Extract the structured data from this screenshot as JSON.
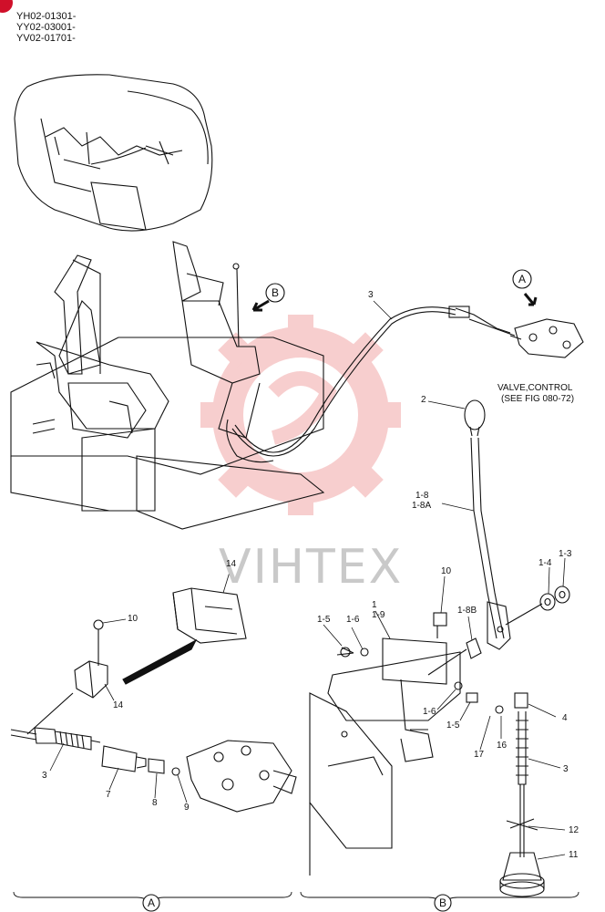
{
  "header": {
    "serials": [
      "YH02-01301-",
      "YY02-03001-",
      "YV02-01701-"
    ]
  },
  "callouts": {
    "A": "A",
    "B": "B"
  },
  "note": {
    "line1": "VALVE,CONTROL",
    "line2": "(SEE FIG 080-72)"
  },
  "watermark": "VIHTEX",
  "labels": {
    "p3_top": "3",
    "p2": "2",
    "p1_8": "1-8",
    "p1_8A": "1-8A",
    "p1_4": "1-4",
    "p1_3": "1-3",
    "p14_top": "14",
    "p10_left": "10",
    "p14_left": "14",
    "p3_left": "3",
    "p7": "7",
    "p8": "8",
    "p9": "9",
    "p10_right": "10",
    "p1": "1",
    "p1_9": "1-9",
    "p1_5": "1-5",
    "p1_6": "1-6",
    "p1_8B": "1-8B",
    "p1_6b": "1-6",
    "p1_5b": "1-5",
    "p17": "17",
    "p16": "16",
    "p4": "4",
    "p3_right": "3",
    "p12": "12",
    "p11": "11"
  },
  "colors": {
    "line": "#111111",
    "watermark_gear": "#f2a7a7",
    "badge": "#d0102a"
  }
}
